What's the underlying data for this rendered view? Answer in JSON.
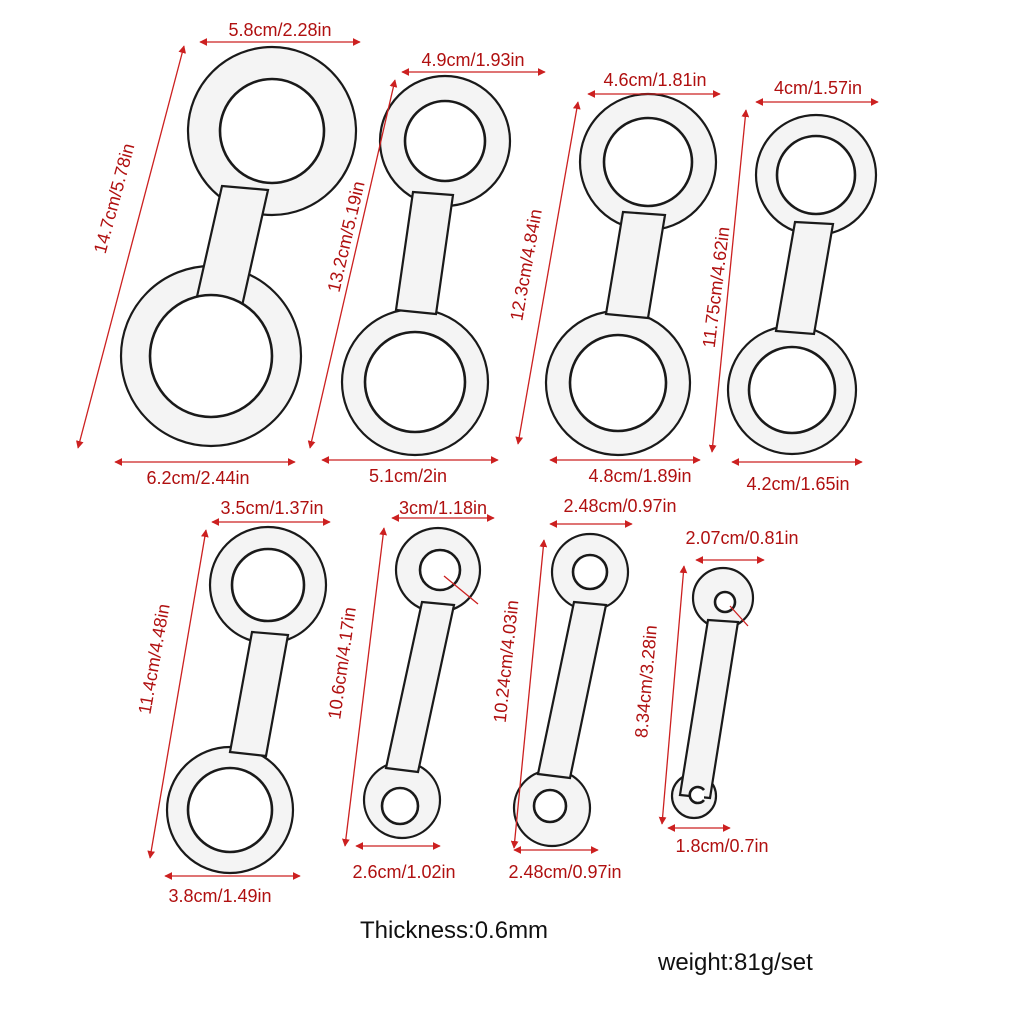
{
  "colors": {
    "dimension": "#cc2020",
    "outline": "#1a1a1a",
    "part_fill": "#f4f4f4"
  },
  "parts": [
    {
      "top_width": "5.8cm/2.28in",
      "length": "14.7cm/5.78in",
      "bottom_width": "6.2cm/2.44in"
    },
    {
      "top_width": "4.9cm/1.93in",
      "length": "13.2cm/5.19in",
      "bottom_width": "5.1cm/2in"
    },
    {
      "top_width": "4.6cm/1.81in",
      "length": "12.3cm/4.84in",
      "bottom_width": "4.8cm/1.89in"
    },
    {
      "top_width": "4cm/1.57in",
      "length": "11.75cm/4.62in",
      "bottom_width": "4.2cm/1.65in"
    },
    {
      "top_width": "3.5cm/1.37in",
      "length": "11.4cm/4.48in",
      "bottom_width": "3.8cm/1.49in"
    },
    {
      "top_width": "3cm/1.18in",
      "length": "10.6cm/4.17in",
      "bottom_width": "2.6cm/1.02in"
    },
    {
      "top_width": "2.48cm/0.97in",
      "length": "10.24cm/4.03in",
      "bottom_width": "2.48cm/0.97in"
    },
    {
      "top_width": "2.07cm/0.81in",
      "length": "8.34cm/3.28in",
      "bottom_width": "1.8cm/0.7in"
    }
  ],
  "notes": {
    "thickness": "Thickness:0.6mm",
    "weight": "weight:81g/set"
  }
}
